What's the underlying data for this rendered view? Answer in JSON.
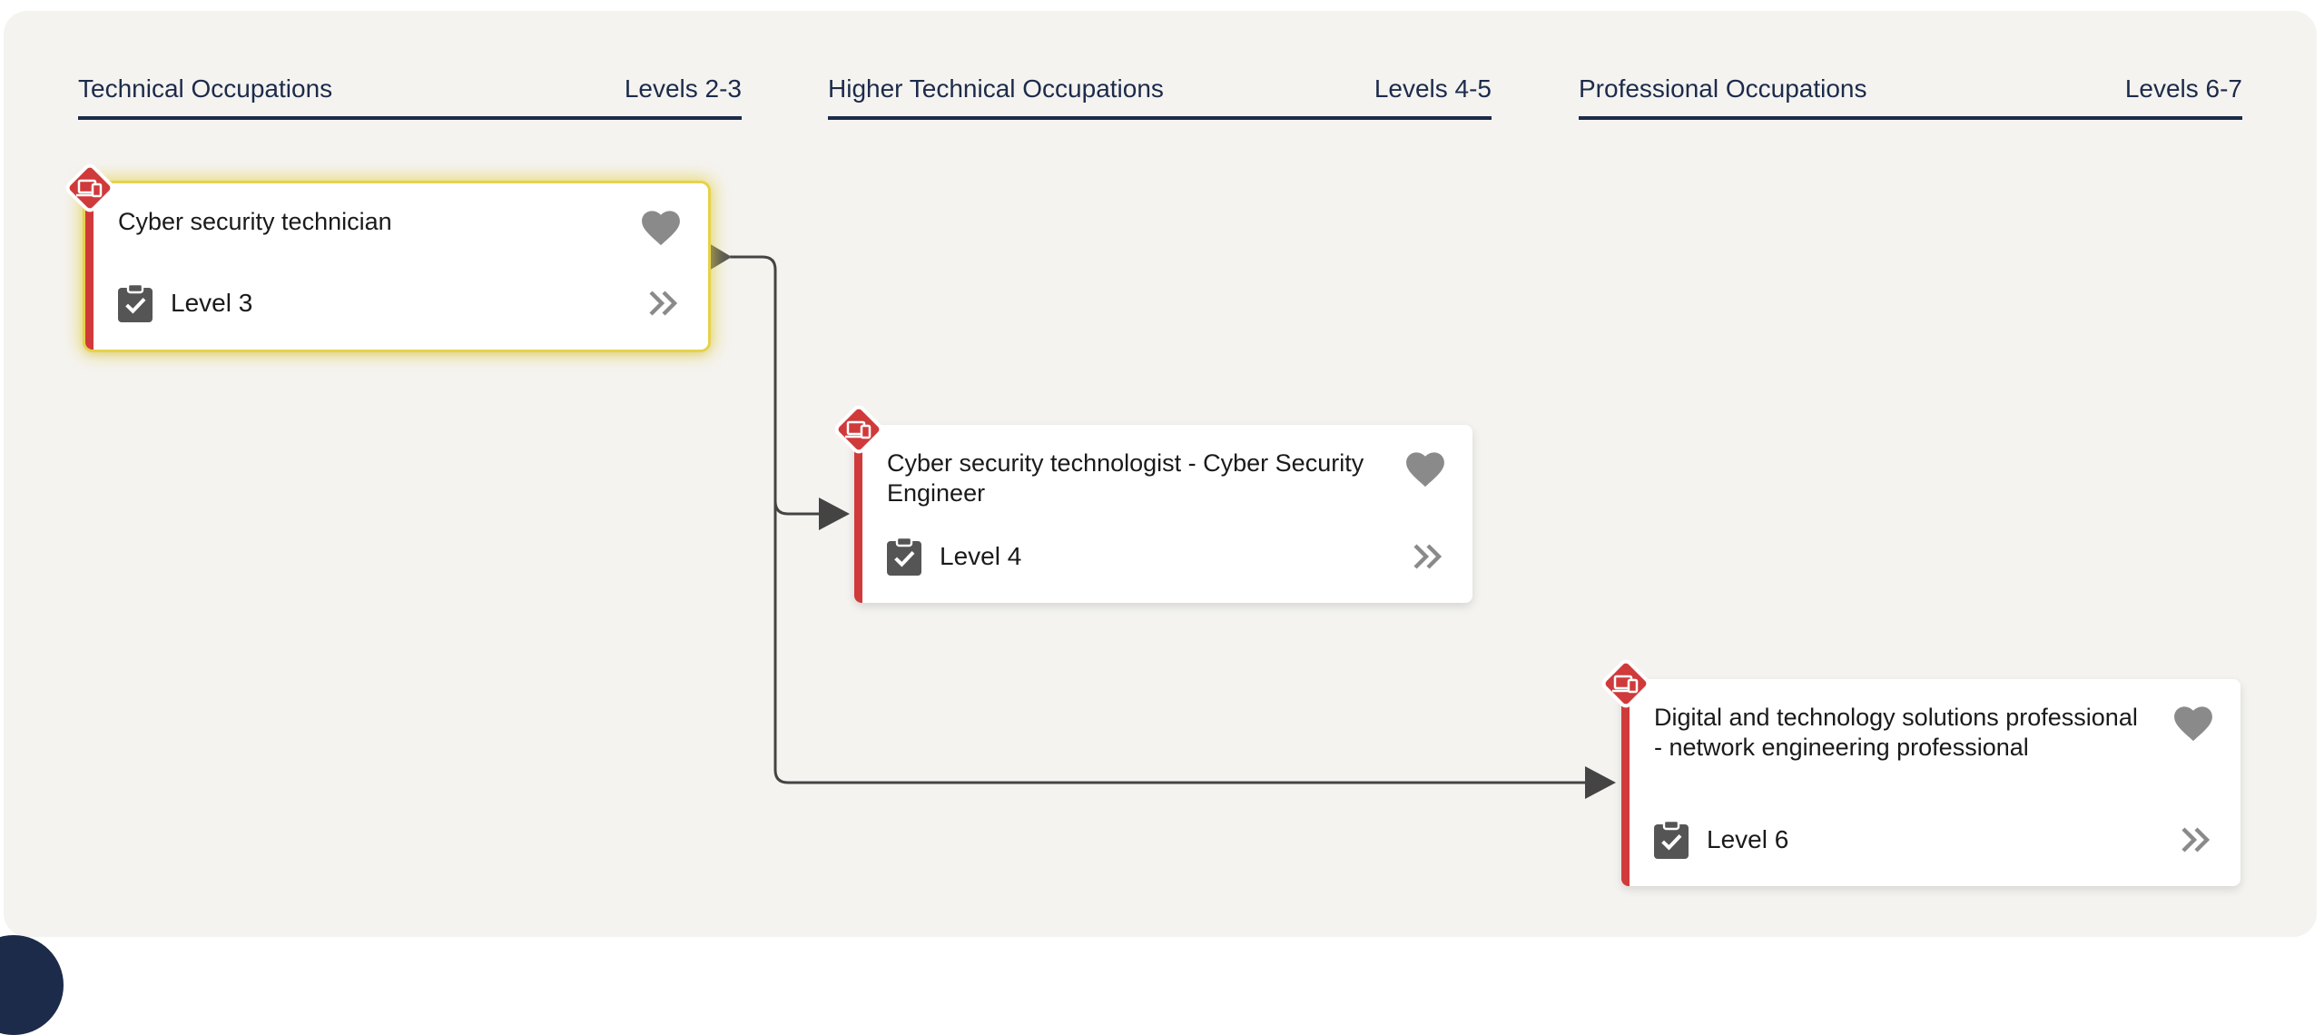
{
  "columns": [
    {
      "title": "Technical Occupations",
      "levels": "Levels 2-3"
    },
    {
      "title": "Higher Technical Occupations",
      "levels": "Levels 4-5"
    },
    {
      "title": "Professional Occupations",
      "levels": "Levels 6-7"
    }
  ],
  "cards": [
    {
      "title": "Cyber security technician",
      "level": "Level 3",
      "highlighted": true
    },
    {
      "title": "Cyber security technologist - Cyber Security Engineer",
      "level": "Level 4",
      "highlighted": false
    },
    {
      "title": "Digital and technology solutions professional - network engineering professional",
      "level": "Level 6",
      "highlighted": false
    }
  ],
  "icons": {
    "route_badge": "devices-icon",
    "favourite": "heart-icon",
    "level": "clipboard-check-icon",
    "details": "double-chevron-right-icon"
  },
  "colors": {
    "accent_red": "#d03a3a",
    "header_navy": "#1d2b4a",
    "highlight_yellow": "#e6d24a",
    "connector": "#444444",
    "icon_grey": "#8a8a8a"
  }
}
